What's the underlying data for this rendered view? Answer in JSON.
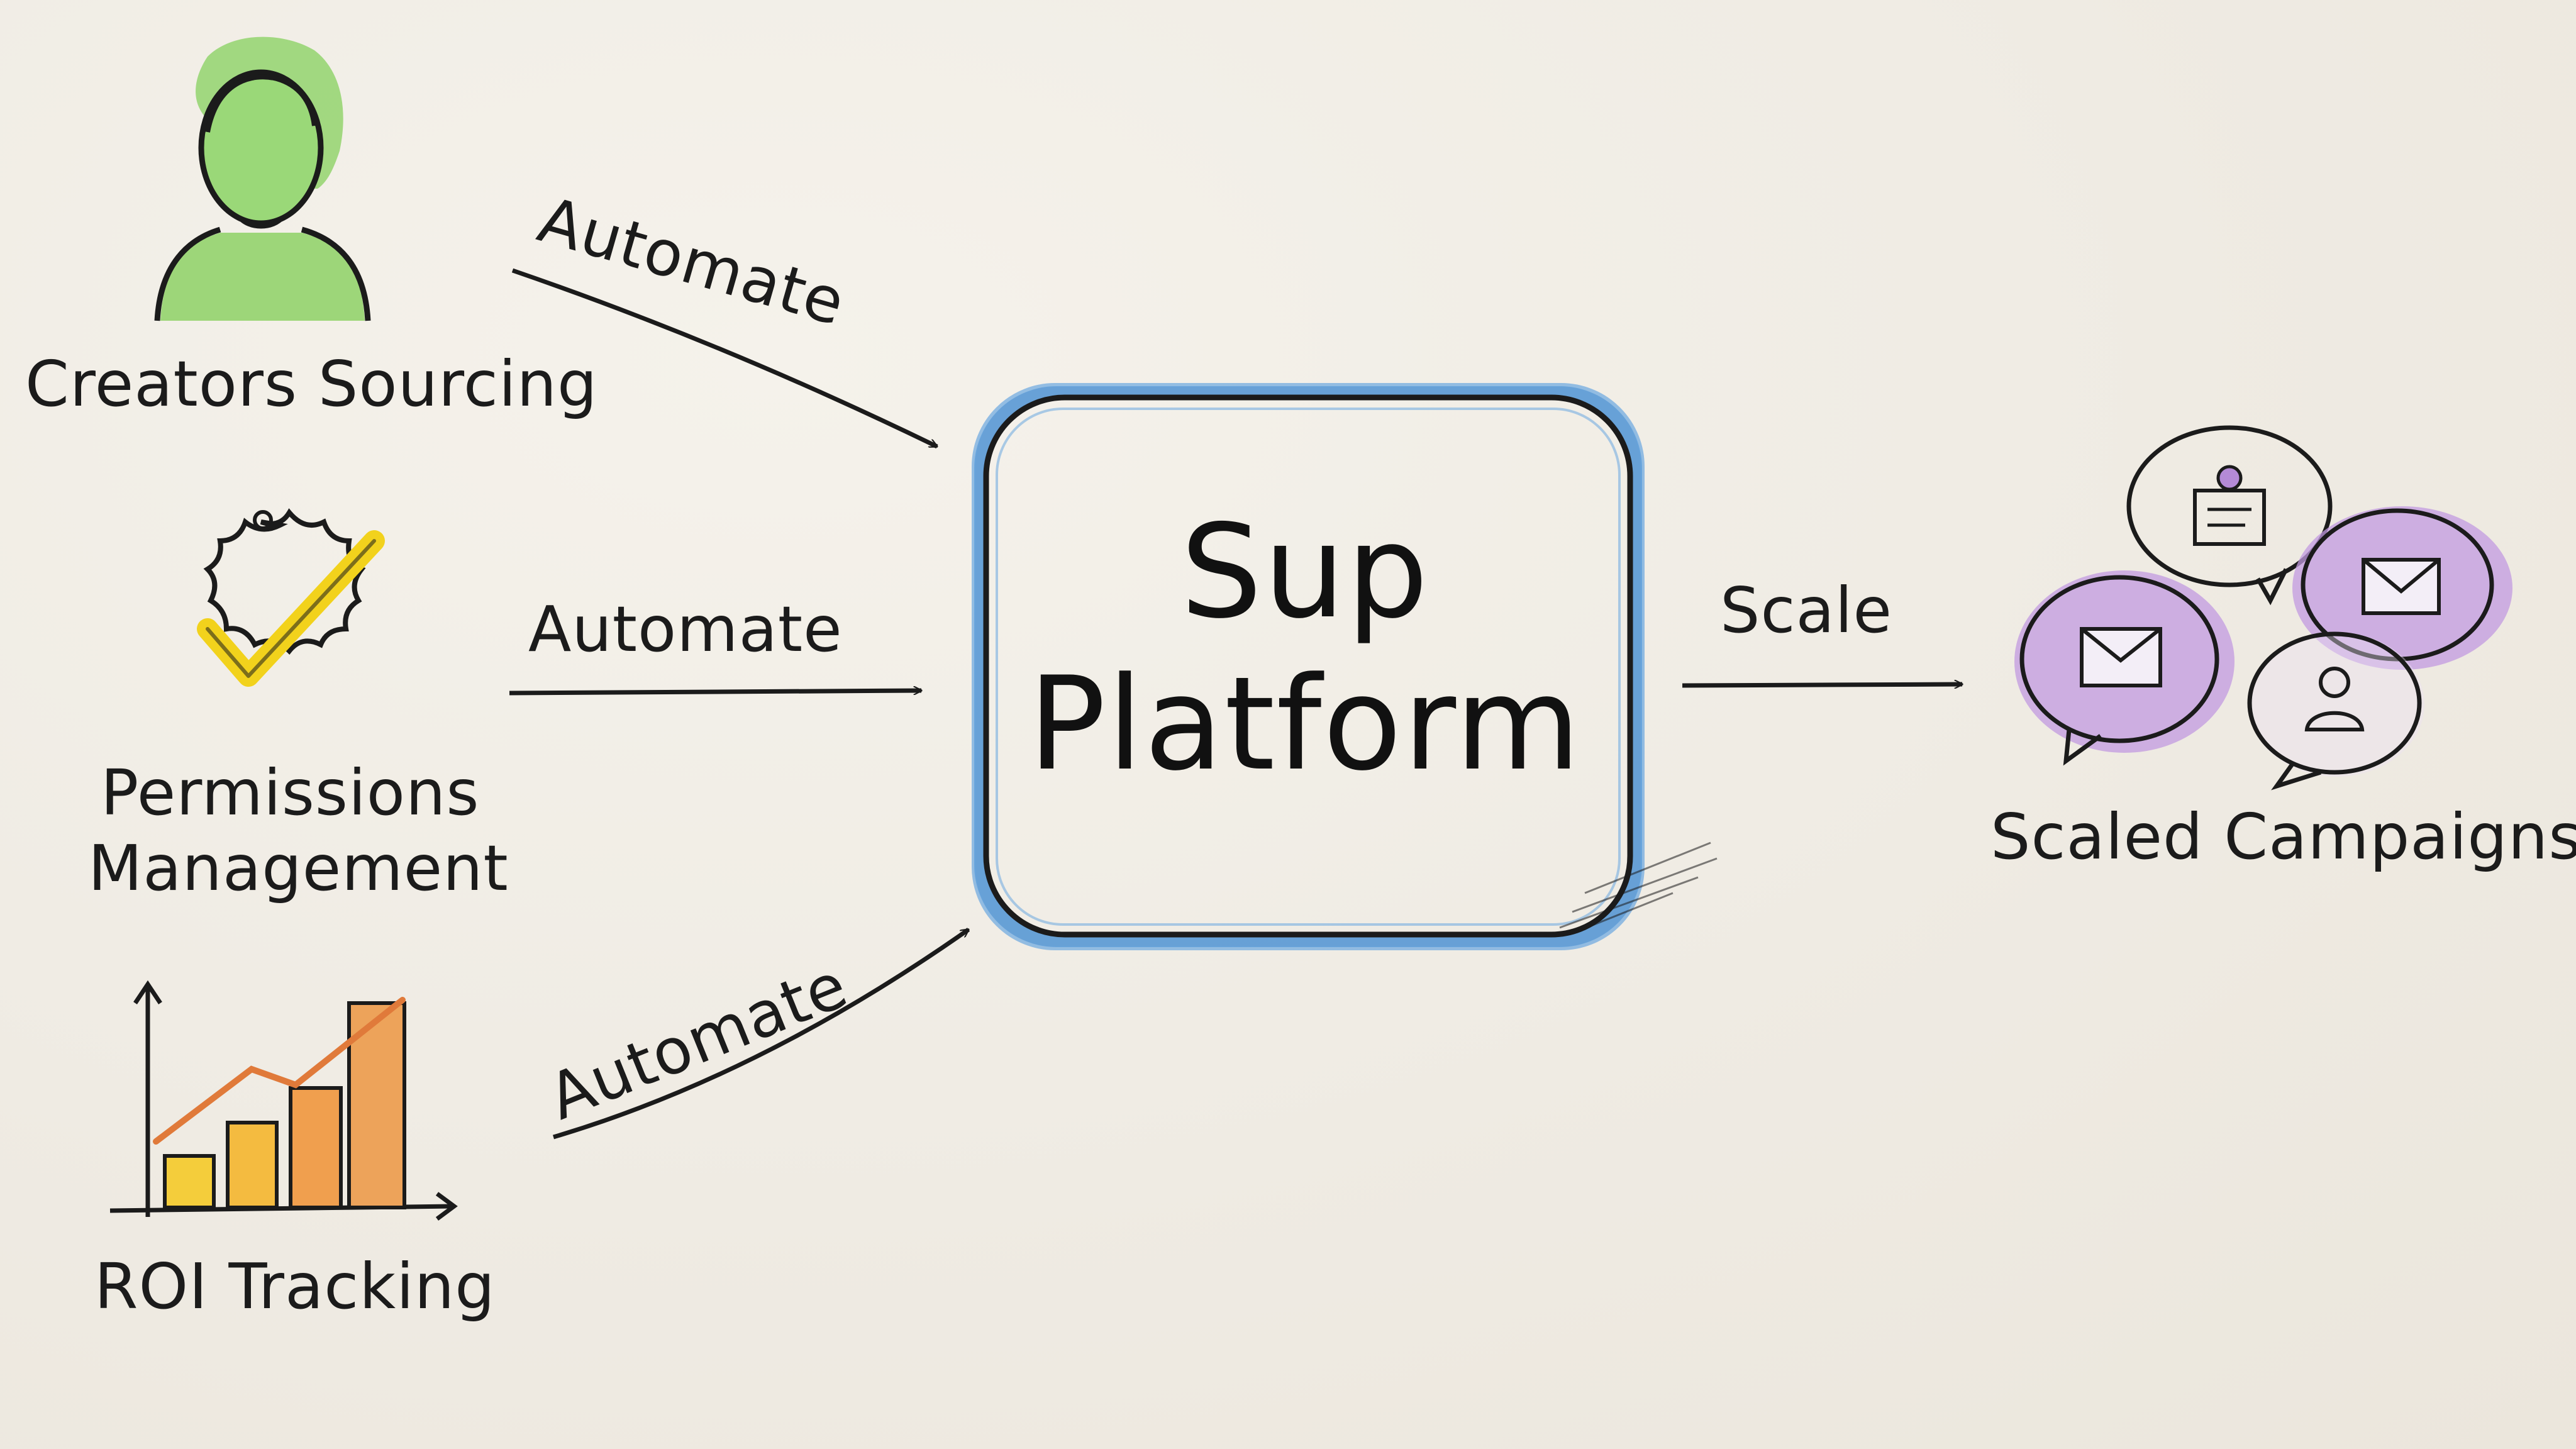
{
  "center": {
    "line1": "Sup",
    "line2": "Platform"
  },
  "inputs": [
    {
      "label": "Creators Sourcing",
      "icon": "person-icon",
      "color": "#8fd36a"
    },
    {
      "label_line1": "Permissions",
      "label_line2": "Management",
      "icon": "badge-checkmark-icon",
      "color": "#f2d21c"
    },
    {
      "label": "ROI Tracking",
      "icon": "bar-chart-icon",
      "color": "#eda35a"
    }
  ],
  "arrows": {
    "top": "Automate",
    "middle": "Automate",
    "bottom": "Automate",
    "output": "Scale"
  },
  "output": {
    "label": "Scaled Campaigns",
    "icon": "speech-bubbles-icon",
    "color": "#b48ad6"
  },
  "colors": {
    "platform_border": "#4f93d4",
    "ink": "#1b1b1b"
  }
}
